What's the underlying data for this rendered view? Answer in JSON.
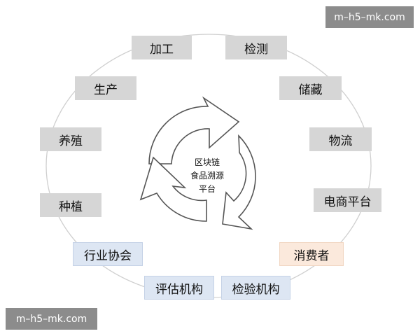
{
  "nodes": {
    "jiagong": "加工",
    "jiance": "检测",
    "chucang": "储藏",
    "wuliu": "物流",
    "dianshang": "电商平台",
    "xiaofeizhe": "消费者",
    "jianyan": "检验机构",
    "pinggu": "评估机构",
    "xiehui": "行业协会",
    "zhongzhi": "种植",
    "yangzhi": "养殖",
    "shengchan": "生产"
  },
  "center": {
    "line1": "区块链",
    "line2": "食品溯源",
    "line3": "平台"
  },
  "watermark": {
    "top": "m–h5–mk.com",
    "bottom": "m–h5–mk.com"
  },
  "colors": {
    "gray_box": "#d6d6d6",
    "blue_box": "#dde6f3",
    "peach_box": "#fbe9dc",
    "ring": "#cfcfcf",
    "arrow": "#555555"
  }
}
